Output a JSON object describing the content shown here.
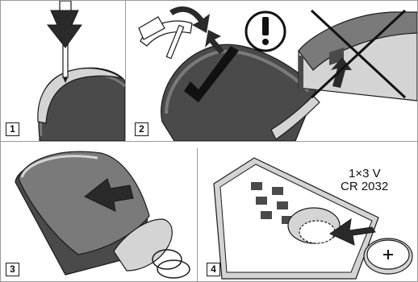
{
  "steps": [
    {
      "label": "1",
      "description_icon": "screwdriver-pry-icon"
    },
    {
      "label": "2",
      "description_icon": "open-cover-check-icon"
    },
    {
      "label": "3",
      "description_icon": "slide-cover-off-icon"
    },
    {
      "label": "4",
      "description_icon": "insert-battery-icon"
    }
  ],
  "warning": {
    "icon": "exclamation-circle-icon",
    "prohibited_icon": "cross-out-icon"
  },
  "battery": {
    "line1": "1×3 V",
    "line2": "CR 2032"
  },
  "colors": {
    "ink": "#1a1a1a",
    "housing_dark": "#4a4a4a",
    "housing_mid": "#7a7a7a",
    "housing_light": "#d4d4d4",
    "arrow": "#2a2a2a",
    "panel_border": "#9a9a9a"
  }
}
